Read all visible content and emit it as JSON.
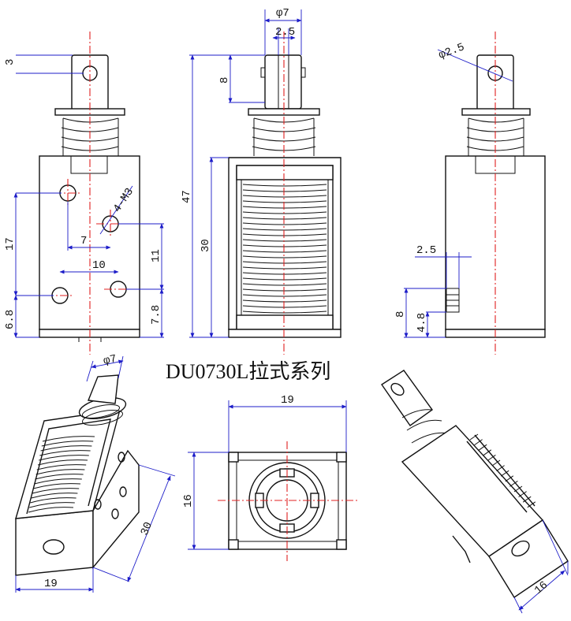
{
  "title": "DU0730L拉式系列",
  "colors": {
    "outline": "#111111",
    "centerline": "#e02020",
    "dimension": "#1c1cc8",
    "background": "#ffffff"
  },
  "views": {
    "front": {
      "dims": [
        "3",
        "17",
        "6.8",
        "7",
        "10",
        "11",
        "7.8",
        "4-M3"
      ]
    },
    "side": {
      "dims": [
        "φ7",
        "2.5",
        "8",
        "47",
        "30"
      ]
    },
    "right": {
      "dims": [
        "φ2.5",
        "2.5",
        "8",
        "4.8"
      ]
    },
    "iso_left": {
      "dims": [
        "φ7",
        "30",
        "19"
      ]
    },
    "bottom": {
      "dims": [
        "19",
        "16"
      ]
    },
    "iso_right": {
      "dims": [
        "16"
      ]
    }
  }
}
